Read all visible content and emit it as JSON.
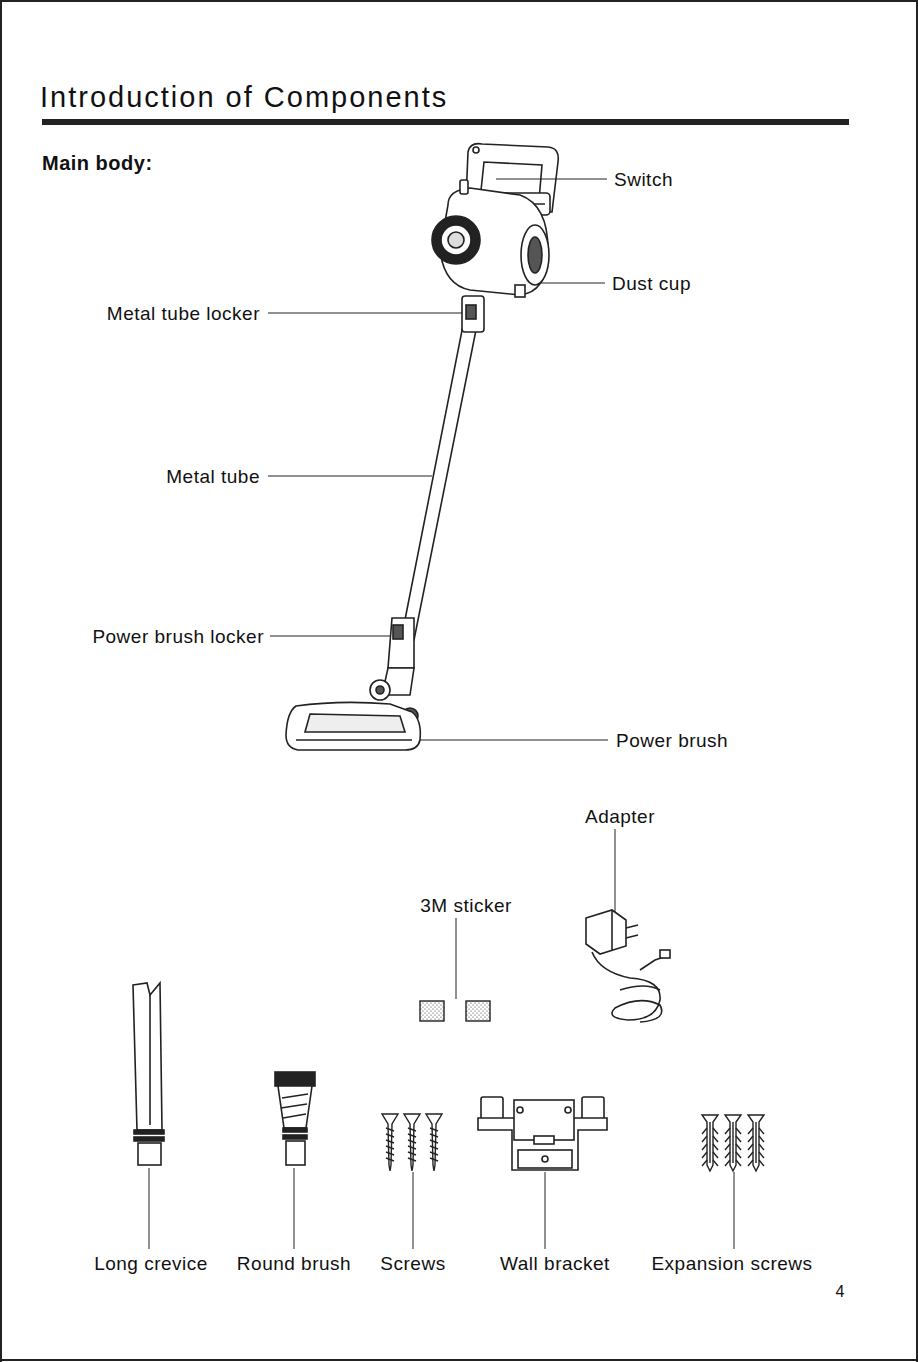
{
  "diagram": {
    "title": "Introduction of Components",
    "labels": [
      "Main body:",
      "Switch",
      "Dust cup",
      "Metal tube locker",
      "Metal tube",
      "Power brush locker",
      "Power brush",
      "Adapter",
      "3M sticker",
      "Long crevice",
      "Round brush",
      "Screws",
      "Wall bracket",
      "Expansion screws",
      "4"
    ]
  }
}
